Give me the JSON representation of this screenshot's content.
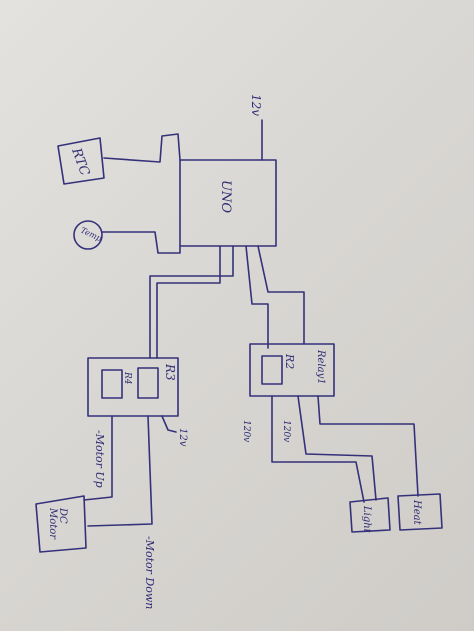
{
  "diagram": {
    "labels": {
      "v12_top": "12v",
      "rtc": "RTC",
      "uno": "UNO",
      "temp": "Temp",
      "r3": "R3",
      "r4": "R4",
      "r2": "R2",
      "relay1": "Relay1",
      "v12_r3": "12v",
      "v120": "120v",
      "v120b": "120v",
      "motor_up": "-Motor Up",
      "dc_motor_line1": "DC",
      "dc_motor_line2": "Motor",
      "motor_down": "-Motor Down",
      "light": "Light",
      "heat": "Heat"
    },
    "ink_color": "#34317a"
  }
}
